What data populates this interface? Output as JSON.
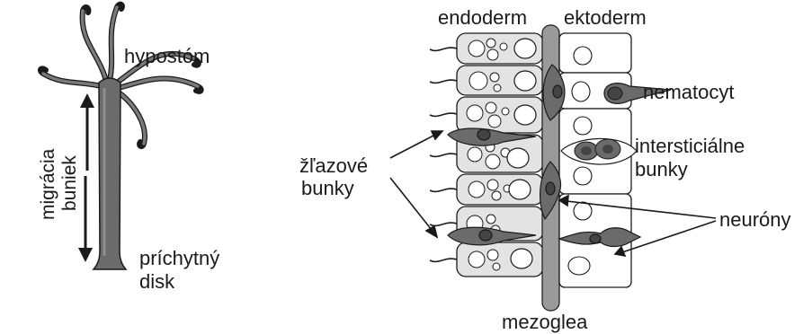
{
  "labels": {
    "hypostom": "hypostóm",
    "migracia_line1": "migrácia",
    "migracia_line2": "buniek",
    "prichytny_line1": "príchytný",
    "prichytny_line2": "disk",
    "endoderm": "endoderm",
    "ektoderm": "ektoderm",
    "nematocyt": "nematocyt",
    "intersticialne_line1": "intersticiálne",
    "intersticialne_line2": "bunky",
    "zlazove_line1": "žľazové",
    "zlazove_line2": "bunky",
    "neurony": "neuróny",
    "mezoglea": "mezoglea"
  },
  "colors": {
    "stroke": "#1a1a1a",
    "cell_fill": "#e3e3e3",
    "dark_fill": "#6b6b6b",
    "mezoglea_fill": "#9a9a9a"
  }
}
